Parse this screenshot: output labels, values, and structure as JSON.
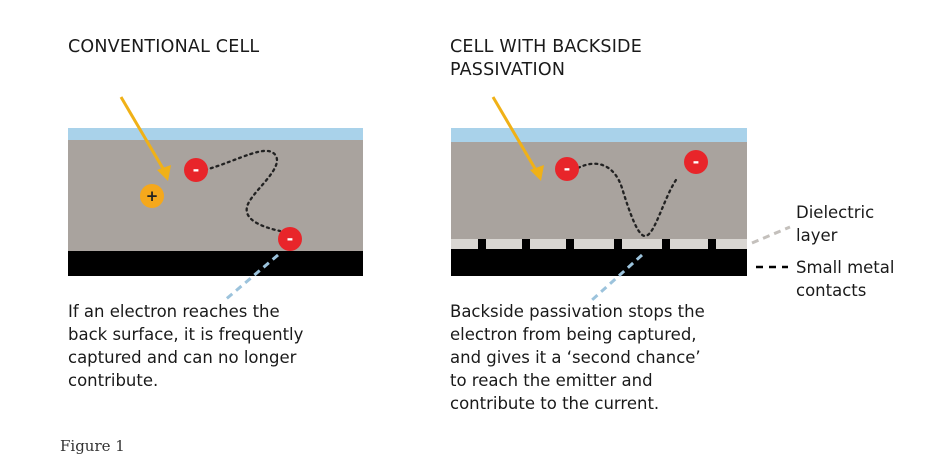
{
  "left_panel": {
    "title": "CONVENTIONAL CELL",
    "caption_lines": [
      "If an electron reaches the",
      "back surface, it is frequently",
      "captured and can no longer",
      "contribute."
    ],
    "hole_symbol": "+",
    "electron_symbol": "-"
  },
  "right_panel": {
    "title_lines": [
      "CELL WITH BACKSIDE",
      "PASSIVATION"
    ],
    "caption_lines": [
      "Backside passivation stops the",
      "electron from being captured,",
      "and gives it a ‘second chance’",
      "to reach the emitter and",
      "contribute to the current."
    ],
    "electron_symbol": "-"
  },
  "legend": {
    "dielectric_lines": [
      "Dielectric",
      "layer"
    ],
    "contacts_lines": [
      "Small metal",
      "contacts"
    ]
  },
  "figure_label": "Figure 1",
  "colors": {
    "antireflective_layer": "#a9d2ea",
    "silicon": "#a9a39e",
    "metal": "#000000",
    "dielectric": "#d9d6d2",
    "light_arrow": "#f0b117",
    "electron": "#e8252a",
    "hole": "#f5a81c",
    "dashed_pointer": "#9cc3dc"
  }
}
